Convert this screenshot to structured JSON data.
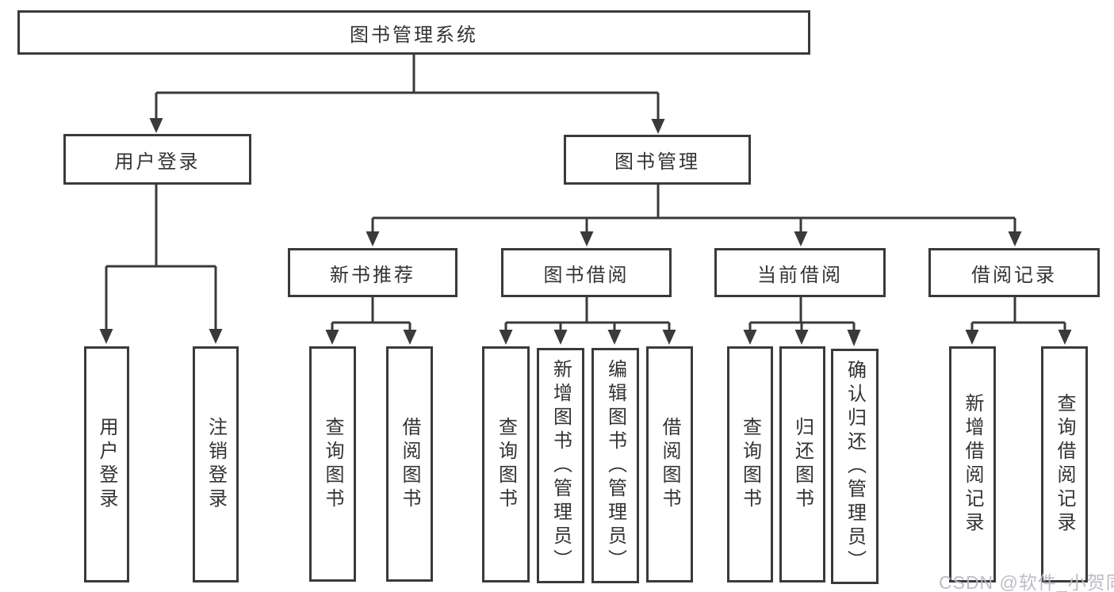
{
  "diagram": {
    "type": "hierarchy-tree",
    "root_label": "图书管理系统"
  },
  "nodes": {
    "root": {
      "label": "图书管理系统"
    },
    "user_login": {
      "label": "用户登录"
    },
    "book_mgmt": {
      "label": "图书管理"
    },
    "new_book_rec": {
      "label": "新书推荐"
    },
    "book_borrow": {
      "label": "图书借阅"
    },
    "current_borrow": {
      "label": "当前借阅"
    },
    "borrow_records": {
      "label": "借阅记录"
    },
    "user_login_leaf": {
      "label": "用户登录"
    },
    "logout_leaf": {
      "label": "注销登录"
    },
    "rec_query_books": {
      "label": "查询图书"
    },
    "rec_borrow_books": {
      "label": "借阅图书"
    },
    "bb_query_books": {
      "label": "查询图书"
    },
    "bb_add_books": {
      "label": "新增图书（管理员）"
    },
    "bb_edit_books": {
      "label": "编辑图书（管理员）"
    },
    "bb_borrow_books": {
      "label": "借阅图书"
    },
    "cb_query_books": {
      "label": "查询图书"
    },
    "cb_return_books": {
      "label": "归还图书"
    },
    "cb_confirm_return": {
      "label": "确认归还（管理员）"
    },
    "br_add_record": {
      "label": "新增借阅记录"
    },
    "br_query_record": {
      "label": "查询借阅记录"
    }
  },
  "edges": [
    {
      "from": "root",
      "to": "user_login"
    },
    {
      "from": "root",
      "to": "book_mgmt"
    },
    {
      "from": "user_login",
      "to": "user_login_leaf"
    },
    {
      "from": "user_login",
      "to": "logout_leaf"
    },
    {
      "from": "book_mgmt",
      "to": "new_book_rec"
    },
    {
      "from": "book_mgmt",
      "to": "book_borrow"
    },
    {
      "from": "book_mgmt",
      "to": "current_borrow"
    },
    {
      "from": "book_mgmt",
      "to": "borrow_records"
    },
    {
      "from": "new_book_rec",
      "to": "rec_query_books"
    },
    {
      "from": "new_book_rec",
      "to": "rec_borrow_books"
    },
    {
      "from": "book_borrow",
      "to": "bb_query_books"
    },
    {
      "from": "book_borrow",
      "to": "bb_add_books"
    },
    {
      "from": "book_borrow",
      "to": "bb_edit_books"
    },
    {
      "from": "book_borrow",
      "to": "bb_borrow_books"
    },
    {
      "from": "current_borrow",
      "to": "cb_query_books"
    },
    {
      "from": "current_borrow",
      "to": "cb_return_books"
    },
    {
      "from": "current_borrow",
      "to": "cb_confirm_return"
    },
    {
      "from": "borrow_records",
      "to": "br_add_record"
    },
    {
      "from": "borrow_records",
      "to": "br_query_record"
    }
  ],
  "watermark": {
    "text": "CSDN @软件_小贺同学"
  },
  "colors": {
    "line": "#3a3a3a",
    "box_border": "#3a3a3a",
    "text": "#333333",
    "background": "#ffffff",
    "watermark": "#b8b9c2"
  }
}
